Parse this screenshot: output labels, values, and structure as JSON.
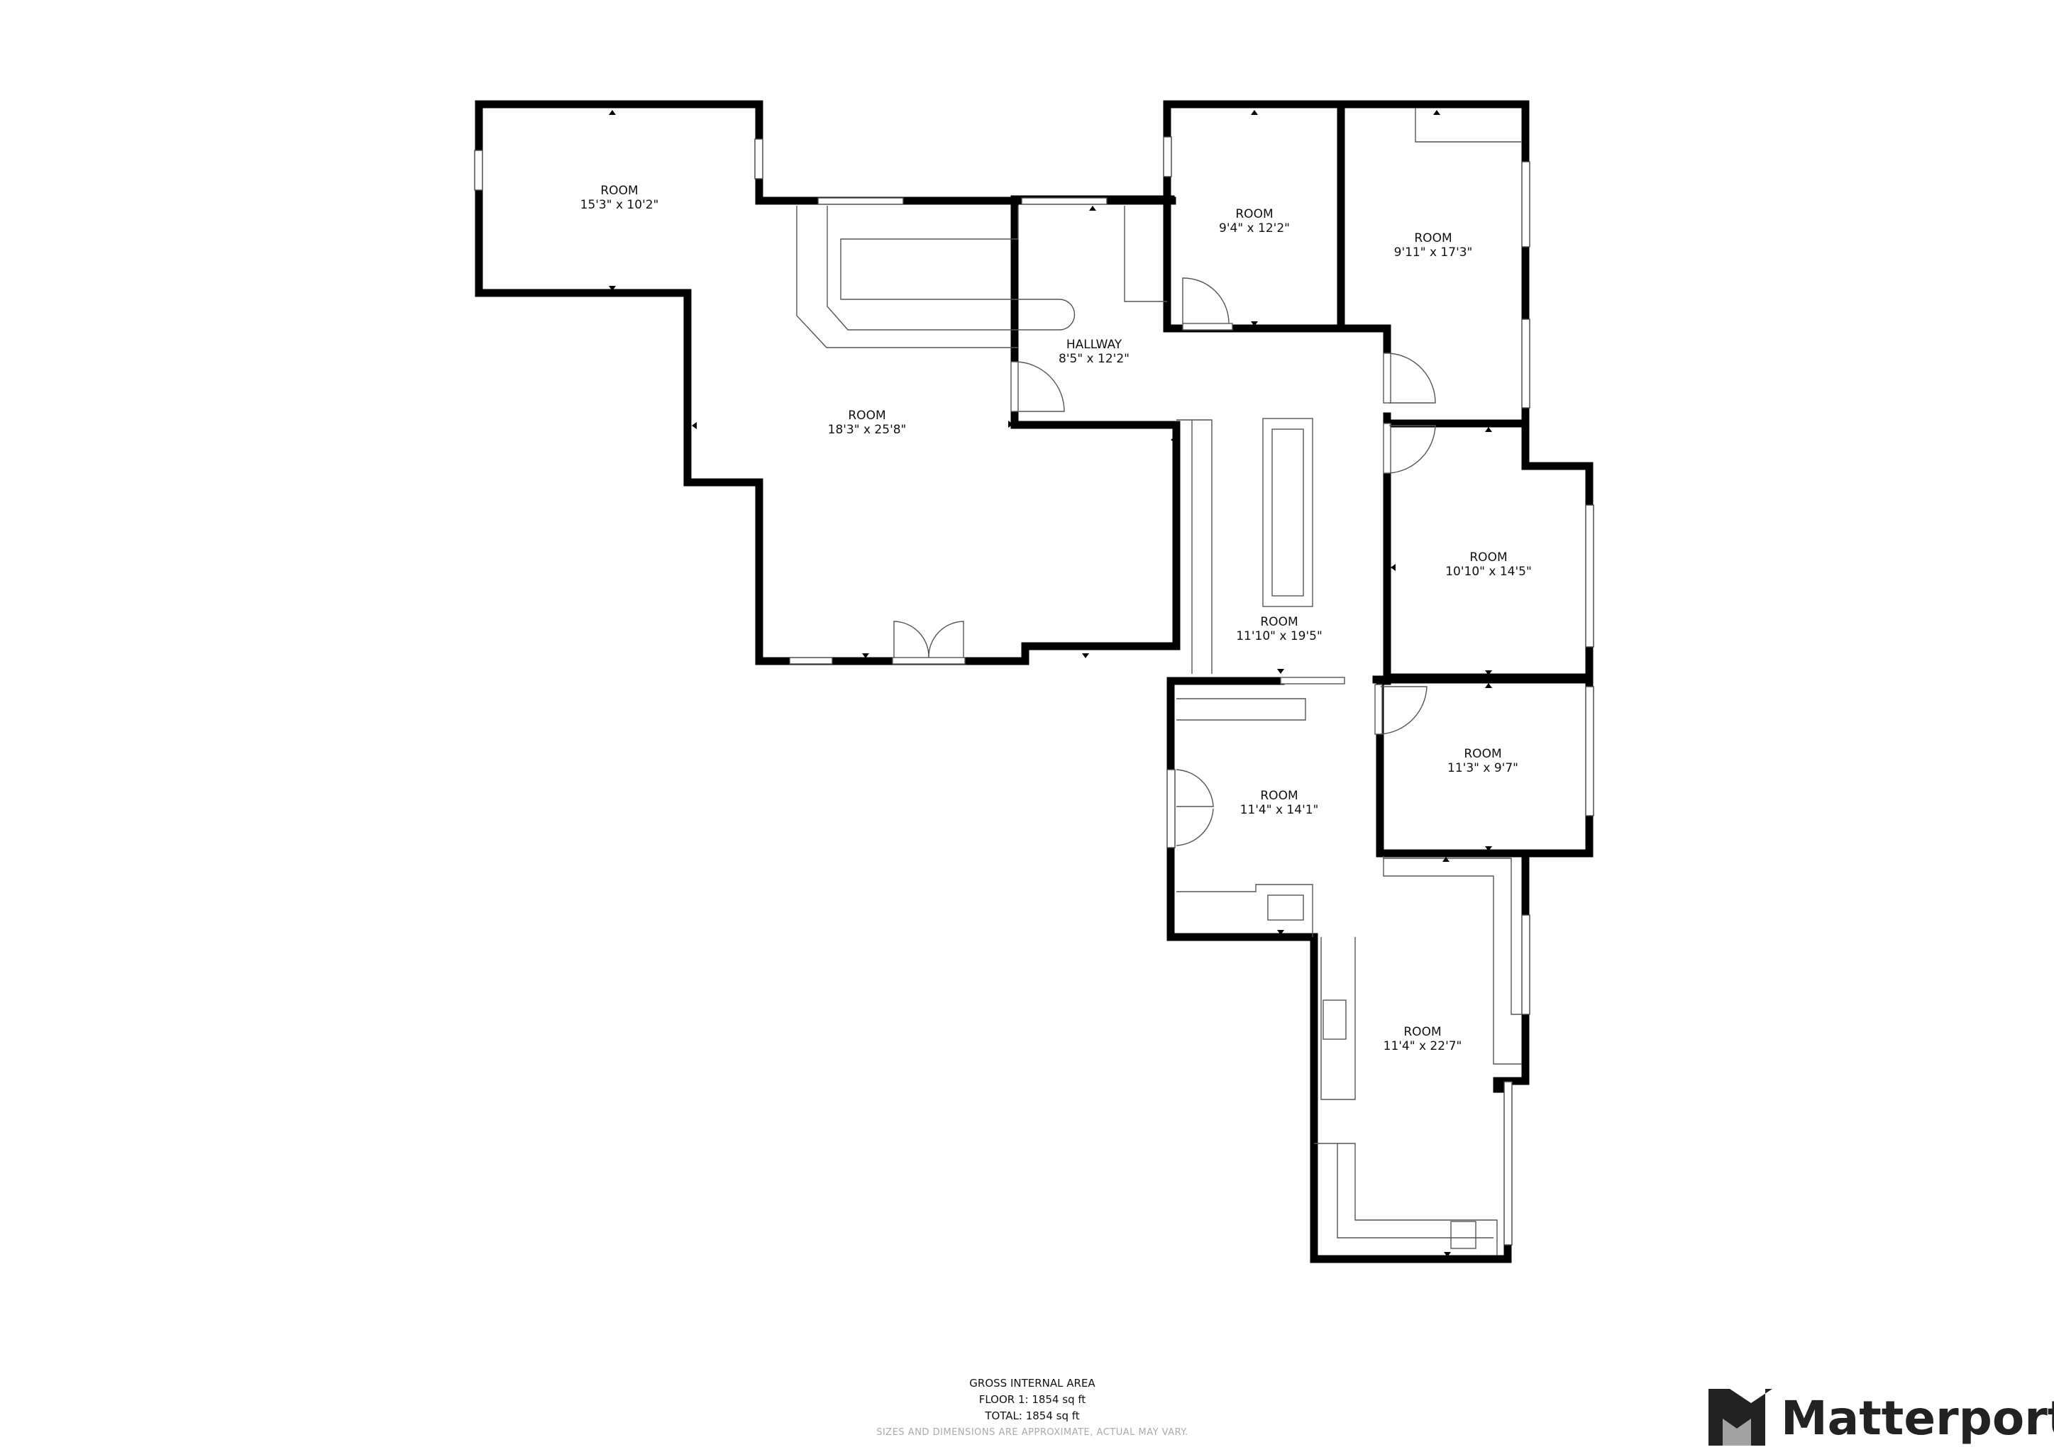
{
  "rooms": [
    {
      "name": "ROOM",
      "dims": "15'3\" x 10'2\""
    },
    {
      "name": "ROOM",
      "dims": "18'3\" x 25'8\""
    },
    {
      "name": "HALLWAY",
      "dims": "8'5\" x 12'2\""
    },
    {
      "name": "ROOM",
      "dims": "9'4\" x 12'2\""
    },
    {
      "name": "ROOM",
      "dims": "9'11\" x 17'3\""
    },
    {
      "name": "ROOM",
      "dims": "11'10\" x 19'5\""
    },
    {
      "name": "ROOM",
      "dims": "10'10\" x 14'5\""
    },
    {
      "name": "ROOM",
      "dims": "11'3\" x 9'7\""
    },
    {
      "name": "ROOM",
      "dims": "11'4\" x 14'1\""
    },
    {
      "name": "ROOM",
      "dims": "11'4\" x 22'7\""
    }
  ],
  "footer": {
    "area_title": "GROSS INTERNAL AREA",
    "floor_line": "FLOOR 1: 1854 sq ft",
    "total_line": "TOTAL: 1854 sq ft",
    "disclaimer": "SIZES AND DIMENSIONS ARE APPROXIMATE, ACTUAL MAY VARY."
  },
  "brand": {
    "name": "Matterport",
    "logo_icon": "matterport-logo-icon"
  }
}
